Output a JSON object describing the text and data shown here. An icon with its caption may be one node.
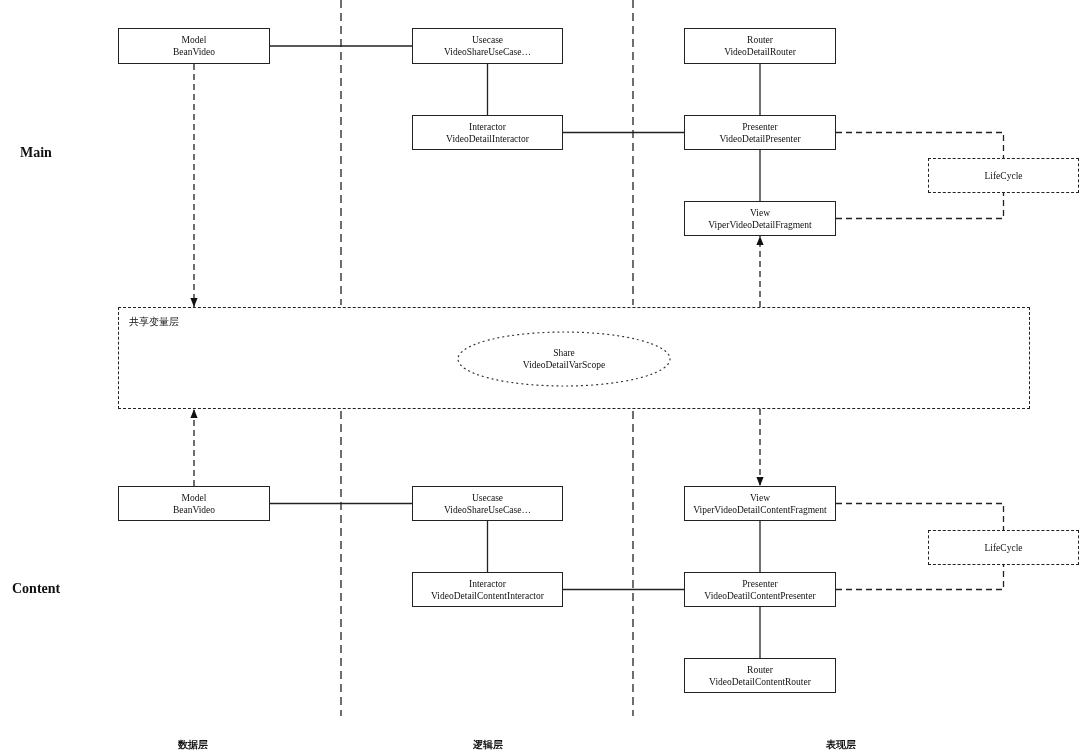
{
  "diagram": {
    "nodes": [
      {
        "text": [
          "Model",
          "BeanVideo"
        ]
      },
      {
        "text": [
          "Usecase",
          "VideoShareUseCase…"
        ]
      },
      {
        "text": [
          "Router",
          "VideoDetailRouter"
        ]
      },
      {
        "text": [
          "Interactor",
          "VideoDetailInteractor"
        ]
      },
      {
        "text": [
          "Presenter",
          "VideoDetailPresenter"
        ]
      },
      {
        "text": [
          "LifeCycle"
        ]
      },
      {
        "text": [
          "View",
          "ViperVideoDetailFragment"
        ]
      },
      {
        "text": [
          "共享变量层"
        ]
      },
      {
        "text": [
          "Share",
          "VideoDetailVarScope"
        ],
        "in": 7
      },
      {
        "text": [
          "Model",
          "BeanVideo"
        ]
      },
      {
        "text": [
          "Usecase",
          "VideoShareUseCase…"
        ]
      },
      {
        "text": [
          "View",
          "ViperVideoDetailContentFragment"
        ]
      },
      {
        "text": [
          "LifeCycle"
        ]
      },
      {
        "text": [
          "Interactor",
          "VideoDetailContentInteractor"
        ]
      },
      {
        "text": [
          "Presenter",
          "VideoDeatilContentPresenter"
        ]
      },
      {
        "text": [
          "Router",
          "VideoDetailContentRouter"
        ]
      }
    ],
    "edges": [
      {
        "from": 0,
        "to": 1,
        "arrow": "none"
      },
      {
        "from": 1,
        "to": 3,
        "arrow": "none"
      },
      {
        "from": 2,
        "to": 4,
        "arrow": "none"
      },
      {
        "from": 3,
        "to": 4,
        "arrow": "none"
      },
      {
        "from": 4,
        "to": 6,
        "arrow": "none"
      },
      {
        "from": 4,
        "to": 5,
        "arrow": "none",
        "style": "dashed"
      },
      {
        "from": 6,
        "to": 5,
        "arrow": "none",
        "style": "dashed"
      },
      {
        "from": 0,
        "to": 7,
        "arrow": "to",
        "style": "dashed"
      },
      {
        "from": 7,
        "to": 6,
        "arrow": "to",
        "style": "dashed"
      },
      {
        "from": 9,
        "to": 7,
        "arrow": "to",
        "style": "dashed"
      },
      {
        "from": 7,
        "to": 11,
        "arrow": "to",
        "style": "dashed"
      },
      {
        "from": 9,
        "to": 10,
        "arrow": "none"
      },
      {
        "from": 10,
        "to": 13,
        "arrow": "none"
      },
      {
        "from": 13,
        "to": 14,
        "arrow": "none"
      },
      {
        "from": 11,
        "to": 14,
        "arrow": "none"
      },
      {
        "from": 14,
        "to": 15,
        "arrow": "none"
      },
      {
        "from": 11,
        "to": 12,
        "arrow": "none",
        "style": "dashed"
      },
      {
        "from": 14,
        "to": 12,
        "arrow": "none",
        "style": "dashed"
      }
    ],
    "labels": [
      "Main",
      "Content",
      "数据层",
      "逻辑层",
      "表现层"
    ]
  }
}
